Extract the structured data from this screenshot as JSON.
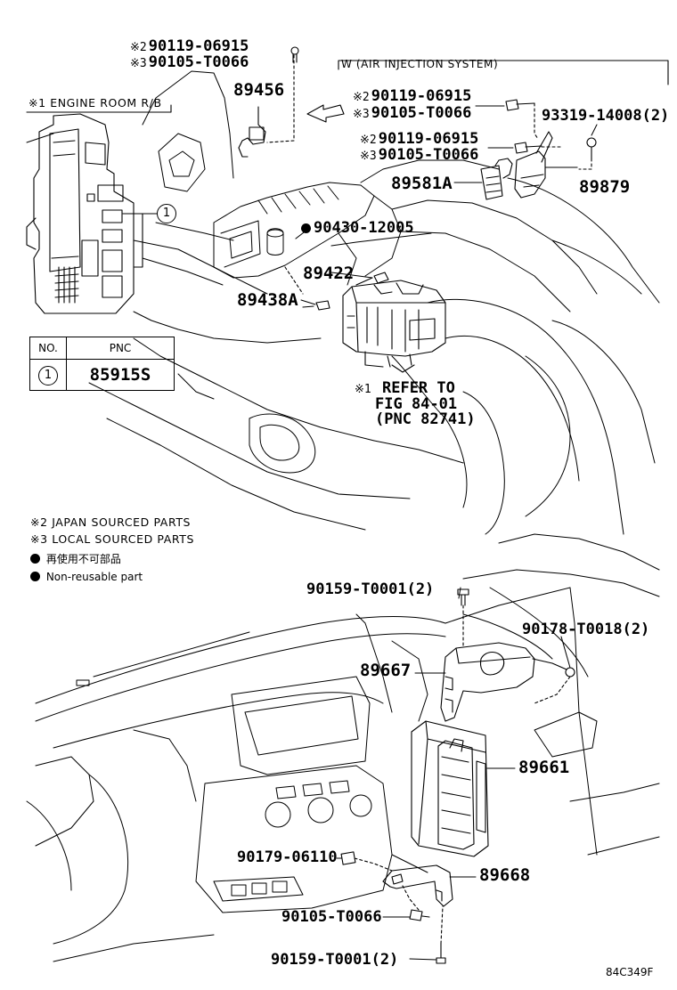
{
  "header": {
    "japan_mark": "※2",
    "japan_part": "90119-06915",
    "local_mark": "※3",
    "local_part": "90105-T0066",
    "engine_room_label": "※1 ENGINE ROOM R/B",
    "air_injection_label": "W (AIR INJECTION SYSTEM)"
  },
  "parts": {
    "p89456": "89456",
    "p90119_a": "90119-06915",
    "p90105_a": "90105-T0066",
    "p90119_b": "90119-06915",
    "p90105_b": "90105-T0066",
    "p93319": "93319-14008(2)",
    "p89581A": "89581A",
    "p89879": "89879",
    "p90430": "90430-12005",
    "p89422": "89422",
    "p89438A": "89438A",
    "refer_l1": "REFER TO",
    "refer_l2": "FIG 84-01",
    "refer_l3": "(PNC 82741)",
    "refer_mark": "※1",
    "p90159_top": "90159-T0001(2)",
    "p90178": "90178-T0018(2)",
    "p89667": "89667",
    "p89661": "89661",
    "p90179": "90179-06110",
    "p89668": "89668",
    "p90105_c": "90105-T0066",
    "p90159_bot": "90159-T0001(2)"
  },
  "callout_number": "1",
  "pnc_table": {
    "col_no": "NO.",
    "col_pnc": "PNC",
    "row_no": "1",
    "row_pnc": "85915S"
  },
  "notes": {
    "n2_mark": "※2",
    "n2": "JAPAN SOURCED PARTS",
    "n3_mark": "※3",
    "n3": "LOCAL SOURCED PARTS",
    "jp_text": "再使用不可部品",
    "en_text": "Non-reusable part"
  },
  "figure_code": "84C349F"
}
